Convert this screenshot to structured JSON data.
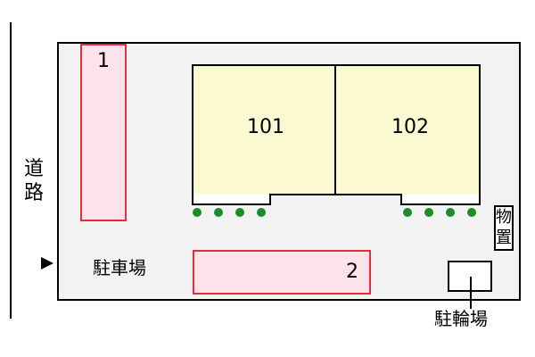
{
  "road_label": "道路",
  "parking_area_label": "駐車場",
  "parking_spaces": [
    "1",
    "2"
  ],
  "units": [
    "101",
    "102"
  ],
  "storage_label": "物置",
  "bicycle_parking_label": "駐輪場",
  "colors": {
    "site_background": "#f2f2f2",
    "building_fill": "#fbf9d2",
    "parking_fill": "#fde4ec",
    "parking_border": "#e0313a",
    "shrub": "#1e8a2a"
  },
  "icons": [
    "entrance-arrow-icon",
    "shrub-icon"
  ]
}
